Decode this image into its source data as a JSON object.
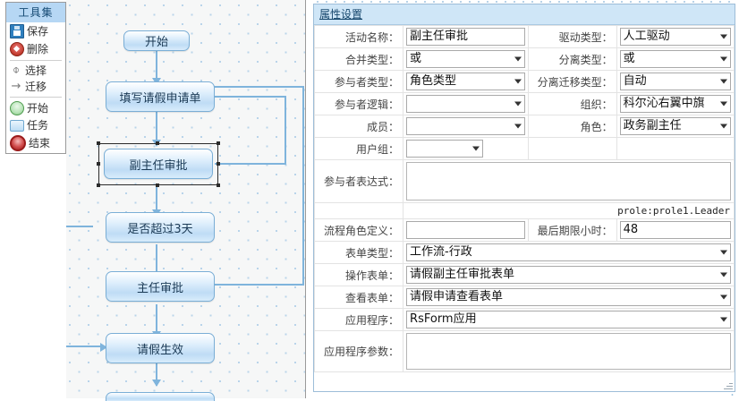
{
  "toolbox": {
    "title": "工具集",
    "items": [
      {
        "label": "保存",
        "icon": "save-icon"
      },
      {
        "label": "删除",
        "icon": "delete-icon"
      },
      {
        "label": "选择",
        "icon": "cursor-select-icon"
      },
      {
        "label": "迁移",
        "icon": "transition-arrow-icon"
      },
      {
        "label": "开始",
        "icon": "start-circle-icon"
      },
      {
        "label": "任务",
        "icon": "task-rect-icon"
      },
      {
        "label": "结束",
        "icon": "end-circle-icon"
      }
    ]
  },
  "canvas": {
    "nodes": [
      {
        "label": "开始",
        "selected": false
      },
      {
        "label": "填写请假申请单",
        "selected": false
      },
      {
        "label": "副主任审批",
        "selected": true
      },
      {
        "label": "是否超过3天",
        "selected": false
      },
      {
        "label": "主任审批",
        "selected": false
      },
      {
        "label": "请假生效",
        "selected": false
      },
      {
        "label": "",
        "selected": false
      }
    ]
  },
  "properties": {
    "title": "属性设置",
    "labels": {
      "activity_name": "活动名称：",
      "drive_type": "驱动类型：",
      "merge_type": "合并类型：",
      "split_type": "分离类型：",
      "participant_type": "参与者类型：",
      "split_transition_type": "分离迁移类型：",
      "participant_logic": "参与者逻辑：",
      "organization": "组织：",
      "member": "成员：",
      "role": "角色：",
      "user_group": "用户组：",
      "participant_expression": "参与者表达式：",
      "process_role_def": "流程角色定义：",
      "deadline_hours": "最后期限小时：",
      "form_type": "表单类型：",
      "operation_form": "操作表单：",
      "view_form": "查看表单：",
      "application": "应用程序：",
      "application_params": "应用程序参数："
    },
    "values": {
      "activity_name": "副主任审批",
      "drive_type": "人工驱动",
      "merge_type": "或",
      "split_type": "或",
      "participant_type": "角色类型",
      "split_transition_type": "自动",
      "participant_logic": "",
      "organization": "科尔沁右翼中旗",
      "member": "",
      "role": "政务副主任",
      "user_group": "",
      "participant_expression": "",
      "participant_expression_hint": "prole:prole1.Leader",
      "process_role_def": "",
      "deadline_hours": "48",
      "form_type": "工作流-行政",
      "operation_form": "请假副主任审批表单",
      "view_form": "请假申请查看表单",
      "application": "RsForm应用",
      "application_params": ""
    }
  },
  "colors": {
    "panel_header": "#cfe6f7",
    "toolbox_header": "#b6d7f4",
    "node_border": "#7aaed6",
    "connector": "#7fb4dc"
  }
}
